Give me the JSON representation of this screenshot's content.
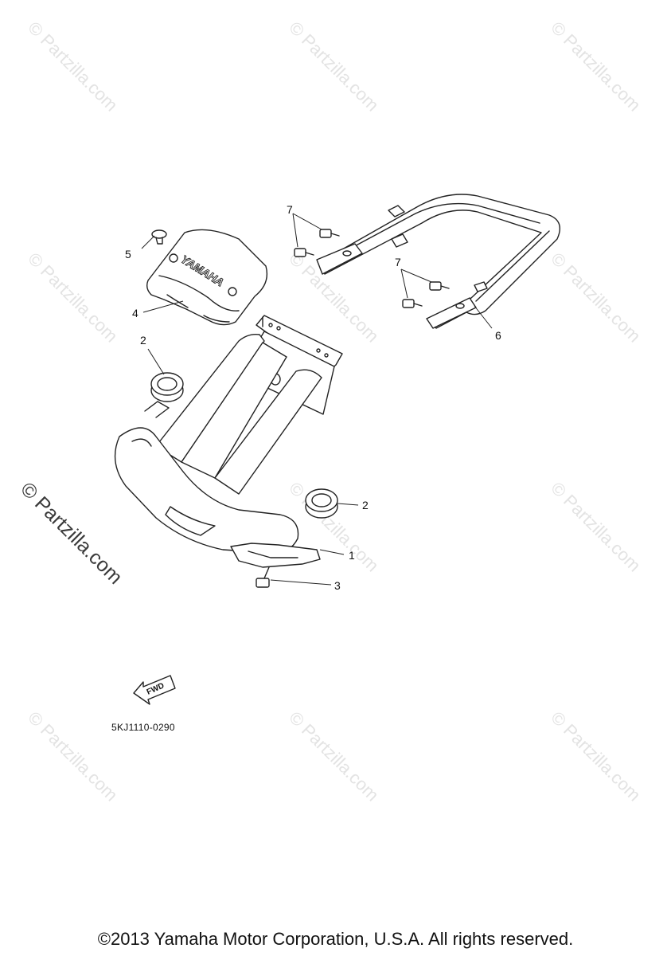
{
  "watermark": {
    "text": "© Partzilla.com",
    "color": "#e3e3e3"
  },
  "watermark_main": {
    "text": "© Partzilla.com",
    "color": "#3a3a3a"
  },
  "callouts": {
    "c1": "1",
    "c2a": "2",
    "c2b": "2",
    "c3": "3",
    "c4": "4",
    "c5": "5",
    "c6": "6",
    "c7a": "7",
    "c7b": "7"
  },
  "cover_logo": "YAMAHA",
  "fwd_label": "FWD",
  "diagram_code": "5KJ1110-0290",
  "copyright": "©2013 Yamaha Motor Corporation, U.S.A. All rights reserved."
}
